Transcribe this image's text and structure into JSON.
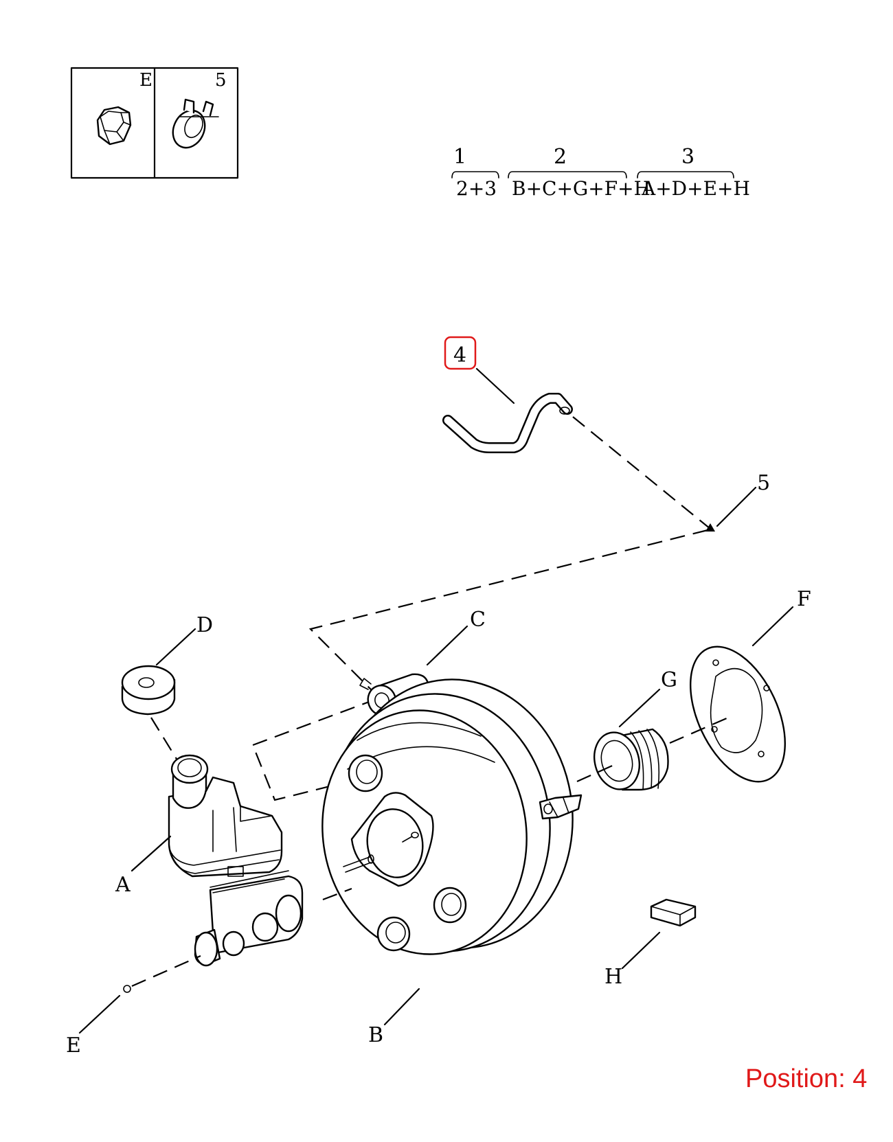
{
  "kit_box": {
    "labels": [
      "E",
      "5"
    ]
  },
  "kits": [
    {
      "number": "1",
      "contents": "2+3"
    },
    {
      "number": "2",
      "contents": "B+C+G+F+H"
    },
    {
      "number": "3",
      "contents": "A+D+E+H"
    }
  ],
  "callouts": {
    "hose": "4",
    "clip": "5",
    "D": "D",
    "C": "C",
    "F": "F",
    "G": "G",
    "A": "A",
    "B": "B",
    "H": "H",
    "E": "E"
  },
  "highlight_color": "#e01919",
  "position": {
    "text": "Position: 4"
  }
}
